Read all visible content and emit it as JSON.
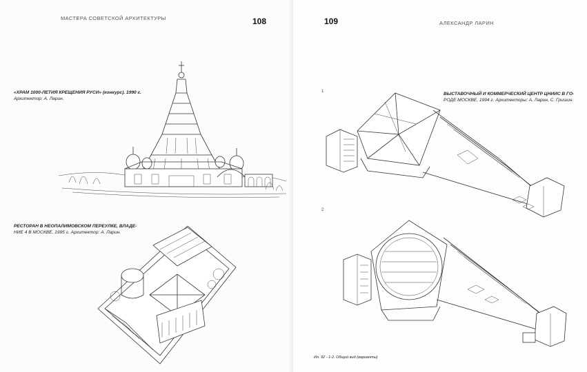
{
  "left_page": {
    "running_head": "МАСТЕРА СОВЕТСКОЙ АРХИТЕКТУРЫ",
    "page_number": "108",
    "caption_1_title": "«ХРАМ 1000-ЛЕТИЯ КРЕЩЕНИЯ РУСИ» (конкурс). 1990 г.",
    "caption_1_architect": "Архитектор: А. Ларин.",
    "caption_2_line1": "РЕСТОРАН В НЕОПАЛИМОВСКОМ ПЕРЕУЛКЕ, ВЛАДЕ-",
    "caption_2_line2": "НИЕ 4 В МОСКВЕ, 1995 г. Архитектор: А. Ларин."
  },
  "right_page": {
    "running_head": "АЛЕКСАНДР ЛАРИН",
    "page_number": "109",
    "caption_line1": "ВЫСТАВОЧНЫЙ И КОММЕРЧЕСКИЙ ЦЕНТР ЦНИИС В ГО-",
    "caption_line2": "РОДЕ МОСКВЕ, 1994 г. Архитекторы: А. Ларин, С. Гришин.",
    "marker_1": "1",
    "marker_2": "2",
    "figure_note": "Ил. 92 - 1-2. Общий вид (варианты)"
  }
}
